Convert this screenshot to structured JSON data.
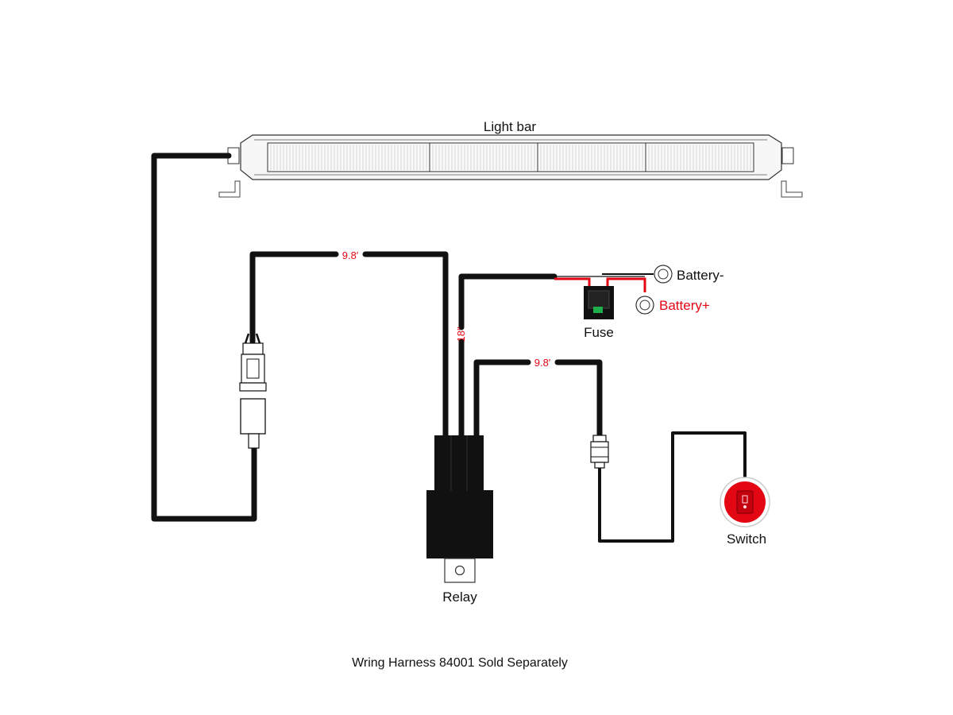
{
  "colors": {
    "wire": "#111111",
    "positive": "#e30613",
    "switch_face": "#e30613",
    "background": "#ffffff"
  },
  "labels": {
    "light_bar": "Light bar",
    "length_top": "9.8′",
    "length_switch": "9.8′",
    "length_power": "18″",
    "battery_negative": "Battery-",
    "battery_positive": "Battery+",
    "fuse": "Fuse",
    "relay": "Relay",
    "switch": "Switch"
  },
  "caption": "Wring Harness 84001 Sold Separately"
}
